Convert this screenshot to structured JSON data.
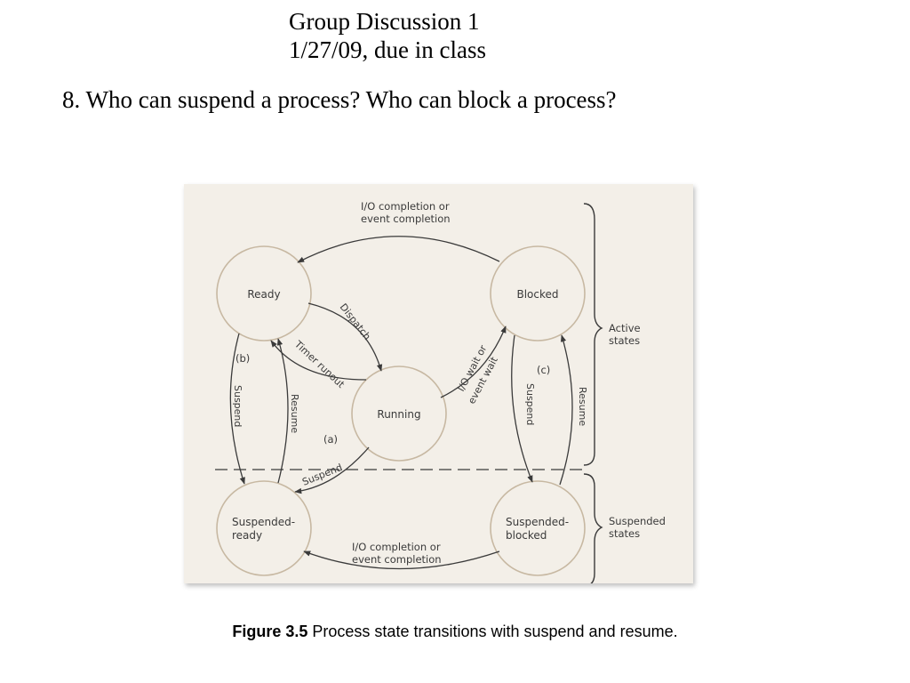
{
  "slide": {
    "heading_line1": "Group Discussion 1",
    "heading_line2": "1/27/09, due in class",
    "question": "8. Who can suspend a process? Who can block a process?"
  },
  "diagram": {
    "states": {
      "ready": "Ready",
      "blocked": "Blocked",
      "running": "Running",
      "suspended_ready_line1": "Suspended-",
      "suspended_ready_line2": "ready",
      "suspended_blocked_line1": "Suspended-",
      "suspended_blocked_line2": "blocked"
    },
    "transitions": {
      "io_top_line1": "I/O completion or",
      "io_top_line2": "event completion",
      "io_bottom_line1": "I/O completion or",
      "io_bottom_line2": "event completion",
      "dispatch": "Dispatch",
      "timer_runout": "Timer runout",
      "io_wait_line1": "I/O wait or",
      "io_wait_line2": "event wait",
      "suspend_b": "Suspend",
      "resume_b": "Resume",
      "suspend_a": "Suspend",
      "suspend_c": "Suspend",
      "resume_c": "Resume"
    },
    "markers": {
      "a": "(a)",
      "b": "(b)",
      "c": "(c)"
    },
    "groups": {
      "active_line1": "Active",
      "active_line2": "states",
      "suspended_line1": "Suspended",
      "suspended_line2": "states"
    },
    "colors": {
      "panel": "#f3efe8",
      "line": "#3a3a3a",
      "circle_stroke": "#c7b8a2"
    }
  },
  "caption": {
    "label": "Figure 3.5",
    "text": " Process state transitions with suspend and resume."
  }
}
